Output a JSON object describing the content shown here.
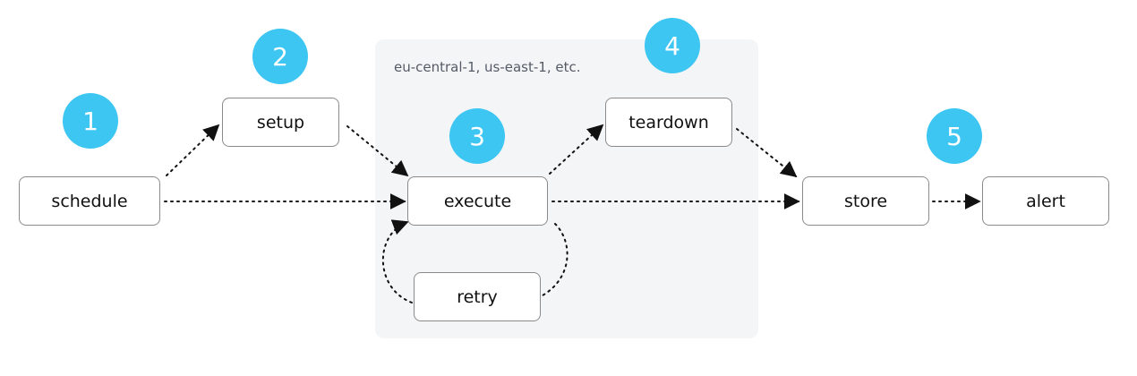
{
  "region": {
    "label": "eu-central-1, us-east-1, etc."
  },
  "nodes": {
    "schedule": "schedule",
    "setup": "setup",
    "execute": "execute",
    "retry": "retry",
    "teardown": "teardown",
    "store": "store",
    "alert": "alert"
  },
  "badges": [
    "1",
    "2",
    "3",
    "4",
    "5"
  ],
  "colors": {
    "badge": "#3ec6f2",
    "region": "#f4f5f7",
    "node_border": "#8a8a8a",
    "edge": "#111111"
  }
}
